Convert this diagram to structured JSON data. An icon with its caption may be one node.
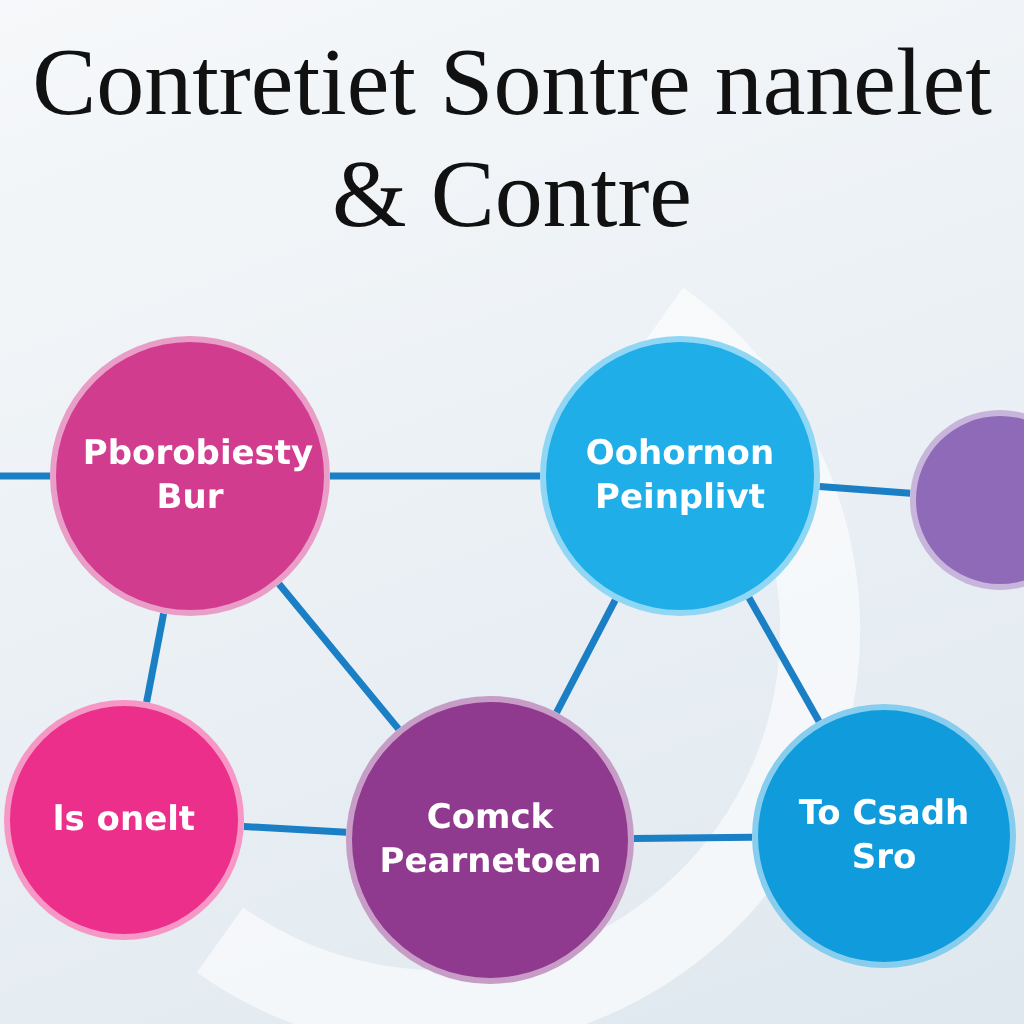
{
  "diagram": {
    "title": "Contretiet Sontre nanelet & Contre",
    "nodes": [
      {
        "text": [
          "Pborobiesty Bur"
        ]
      },
      {
        "text": [
          "Oohornon Peinplivt"
        ]
      },
      {
        "text": [],
        "shape": "circle"
      },
      {
        "text": [
          "ls onelt"
        ]
      },
      {
        "text": [
          "Comck Pearnetoen"
        ]
      },
      {
        "text": [
          "To Csadh Sro"
        ]
      }
    ],
    "edges": [
      {
        "from": null,
        "to": 0,
        "arrow": "none"
      },
      {
        "from": 0,
        "to": 1,
        "arrow": "none"
      },
      {
        "from": 1,
        "to": 2,
        "arrow": "none"
      },
      {
        "from": 0,
        "to": 3,
        "arrow": "none"
      },
      {
        "from": 0,
        "to": 4,
        "arrow": "none"
      },
      {
        "from": 1,
        "to": 4,
        "arrow": "none"
      },
      {
        "from": 1,
        "to": 5,
        "arrow": "none"
      },
      {
        "from": 3,
        "to": 4,
        "arrow": "none"
      },
      {
        "from": 4,
        "to": 5,
        "arrow": "none"
      }
    ]
  }
}
